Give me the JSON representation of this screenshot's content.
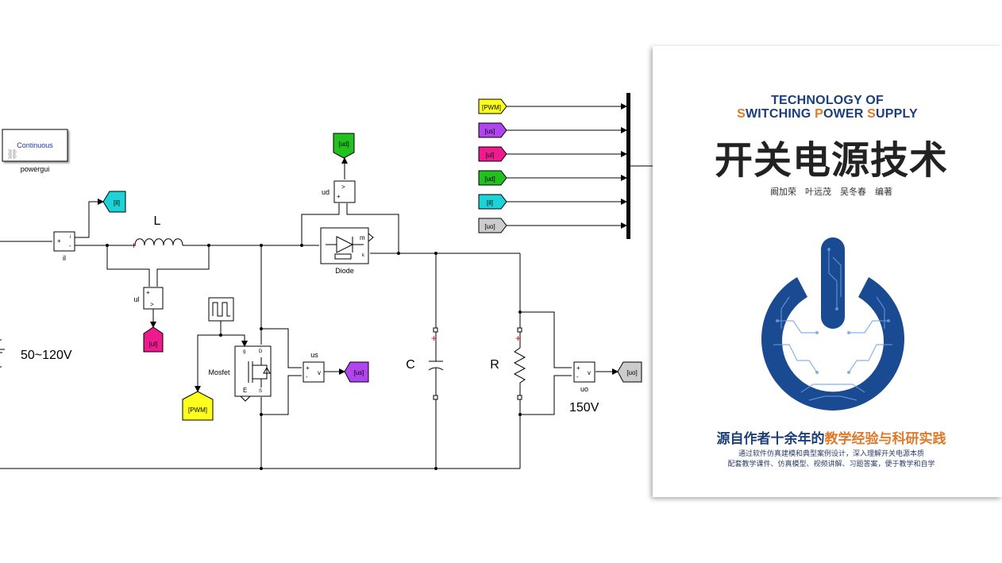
{
  "powergui": {
    "block_text": "Continuous",
    "label": "powergui"
  },
  "tags": {
    "il": "[il]",
    "ul": "[ul]",
    "ud": "[ud]",
    "us": "[us]",
    "pwm": "[PWM]",
    "uo": "[uo]"
  },
  "mux_inputs": [
    "[PWM]",
    "[us]",
    "[ul]",
    "[ud]",
    "[il]",
    "[uo]"
  ],
  "labels": {
    "inductor": "L",
    "capacitor": "C",
    "resistor": "R",
    "diode": "Diode",
    "mosfet": "Mosfet",
    "meter_il": "il",
    "meter_ul": "ul",
    "meter_ud": "ud",
    "meter_us": "us",
    "meter_uo": "uo",
    "input_voltage": "50~120V",
    "output_voltage": "150V"
  },
  "book": {
    "title_en_line1": "TECHNOLOGY OF",
    "title_en_line2_parts": [
      "S",
      "WITCHING ",
      "P",
      "OWER ",
      "S",
      "UPPLY"
    ],
    "title_cn": "开关电源技术",
    "authors": "阚加荣　叶远茂　吴冬春　编著",
    "tagline_main": "源自作者十余年的",
    "tagline_highlight": "教学经验与科研实践",
    "desc_line1": "通过软件仿真建模和典型案例设计，深入理解开关电源本质",
    "desc_line2": "配套教学课件、仿真模型、视频讲解、习题答案，便于教学和自学"
  },
  "colors": {
    "il": "#1ed3d8",
    "ul": "#ee1b8f",
    "ud": "#22c11f",
    "us": "#b045f0",
    "pwm": "#ffff1c",
    "uo": "#cccccc",
    "book_blue": "#1c3f7a",
    "book_orange": "#e07a2a",
    "power_icon": "#1a4a92"
  }
}
